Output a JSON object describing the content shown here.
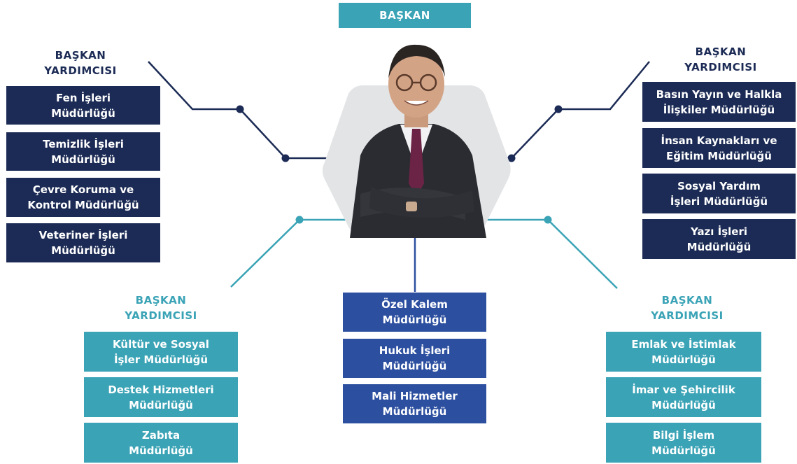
{
  "top": {
    "label": "BAŞKAN"
  },
  "groups": {
    "top_left": {
      "title": "BAŞKAN\nYARDIMCISI",
      "units": [
        "Fen İşleri\nMüdürlüğü",
        "Temizlik İşleri\nMüdürlüğü",
        "Çevre Koruma ve\nKontrol Müdürlüğü",
        "Veteriner İşleri\nMüdürlüğü"
      ]
    },
    "top_right": {
      "title": "BAŞKAN\nYARDIMCISI",
      "units": [
        "Basın Yayın ve Halkla\nİlişkiler Müdürlüğü",
        "İnsan Kaynakları ve\nEğitim Müdürlüğü",
        "Sosyal Yardım\nİşleri Müdürlüğü",
        "Yazı İşleri\nMüdürlüğü"
      ]
    },
    "bottom_left": {
      "title": "BAŞKAN\nYARDIMCISI",
      "units": [
        "Kültür ve Sosyal\nİşler Müdürlüğü",
        "Destek Hizmetleri\nMüdürlüğü",
        "Zabıta\nMüdürlüğü"
      ]
    },
    "center": {
      "units": [
        "Özel Kalem\nMüdürlüğü",
        "Hukuk İşleri\nMüdürlüğü",
        "Mali Hizmetler\nMüdürlüğü"
      ]
    },
    "bottom_right": {
      "title": "BAŞKAN\nYARDIMCISI",
      "units": [
        "Emlak ve İstimlak\nMüdürlüğü",
        "İmar ve Şehircilik\nMüdürlüğü",
        "Bilgi İşlem\nMüdürlüğü"
      ]
    }
  },
  "colors": {
    "navy": "#1c2b55",
    "teal": "#3aa3b6",
    "blue": "#2c4fa0",
    "line_dark": "#1c2b55",
    "line_teal": "#3aa3b6"
  }
}
